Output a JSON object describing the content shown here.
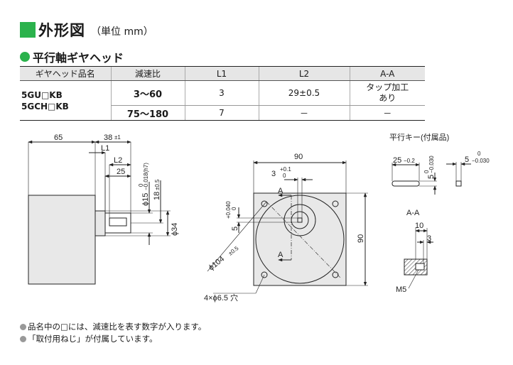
{
  "header": {
    "title": "外形図",
    "unit": "（単位 mm）"
  },
  "section": {
    "title": "平行軸ギヤヘッド"
  },
  "table": {
    "headers": [
      "ギヤヘッド品名",
      "減速比",
      "L1",
      "L2",
      "A-A"
    ],
    "model_lines": [
      "5GU□KB",
      "5GCH□KB"
    ],
    "rows": [
      {
        "ratio": "3～60",
        "l1": "3",
        "l2": "29±0.5",
        "aa_line1": "タップ加工",
        "aa_line2": "あり"
      },
      {
        "ratio": "75～180",
        "l1": "7",
        "l2": "－",
        "aa": "－"
      }
    ]
  },
  "drawing": {
    "side": {
      "d65": "65",
      "d38": "38",
      "d38_tol": "±1",
      "l1": "L1",
      "l2": "L2",
      "d25": "25",
      "shaft_dia": "ϕ15",
      "shaft_tol_upper": "0",
      "shaft_tol_lower": "−0.018(h7)",
      "d18": "18",
      "d18_tol": "±0.5",
      "pilot": "ϕ34"
    },
    "front": {
      "d90_top": "90",
      "d90_right": "90",
      "d3": "3",
      "d3_tol_upper": "+0.1",
      "d3_tol_lower": "0",
      "section_a_top": "A",
      "section_a_bottom": "A",
      "d5": "5",
      "d5_tol_upper": "+0.040",
      "d5_tol_lower": "0",
      "pcd": "ϕ104",
      "pcd_tol": "±0.5",
      "holes": "4×ϕ6.5 穴"
    },
    "key": {
      "title": "平行キー(付属品)",
      "length": "25",
      "length_tol": "−0.2",
      "width": "5",
      "width_tol_upper": "0",
      "width_tol_lower": "−0.030",
      "height": "5",
      "height_tol_upper": "0",
      "height_tol_lower": "−0.030"
    },
    "section_aa": {
      "title": "A-A",
      "d10": "10",
      "d3": "3",
      "thread": "M5"
    }
  },
  "notes": [
    "品名中の□には、減速比を表す数字が入ります。",
    "「取付用ねじ」が付属しています。"
  ]
}
